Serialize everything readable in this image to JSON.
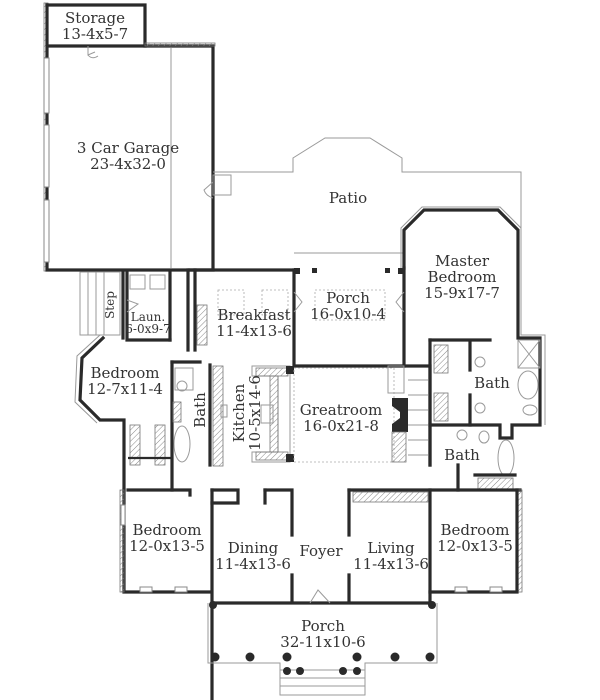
{
  "plan": {
    "rooms": {
      "storage": {
        "name": "Storage",
        "size": "13-4x5-7"
      },
      "garage": {
        "name": "3 Car Garage",
        "size": "23-4x32-0"
      },
      "patio": {
        "name": "Patio"
      },
      "master_bedroom": {
        "name_line1": "Master",
        "name_line2": "Bedroom",
        "size": "15-9x17-7"
      },
      "step": {
        "name": "Step"
      },
      "laundry": {
        "name": "Laun.",
        "size": "6-0x9-7"
      },
      "breakfast": {
        "name": "Breakfast",
        "size": "11-4x13-6"
      },
      "rear_porch": {
        "name": "Porch",
        "size": "16-0x10-4"
      },
      "bedroom_west": {
        "name": "Bedroom",
        "size": "12-7x11-4"
      },
      "bath_west": {
        "name": "Bath"
      },
      "kitchen": {
        "name": "Kitchen",
        "size": "10-5x14-6"
      },
      "greatroom": {
        "name": "Greatroom",
        "size": "16-0x21-8"
      },
      "master_bath": {
        "name": "Bath"
      },
      "bath_east": {
        "name": "Bath"
      },
      "bedroom_southwest": {
        "name": "Bedroom",
        "size": "12-0x13-5"
      },
      "dining": {
        "name": "Dining",
        "size": "11-4x13-6"
      },
      "foyer": {
        "name": "Foyer"
      },
      "living": {
        "name": "Living",
        "size": "11-4x13-6"
      },
      "bedroom_southeast": {
        "name": "Bedroom",
        "size": "12-0x13-5"
      },
      "front_porch": {
        "name": "Porch",
        "size": "32-11x10-6"
      }
    },
    "colors": {
      "wall": "#2a2a2a",
      "text": "#333333",
      "background": "#ffffff"
    }
  }
}
